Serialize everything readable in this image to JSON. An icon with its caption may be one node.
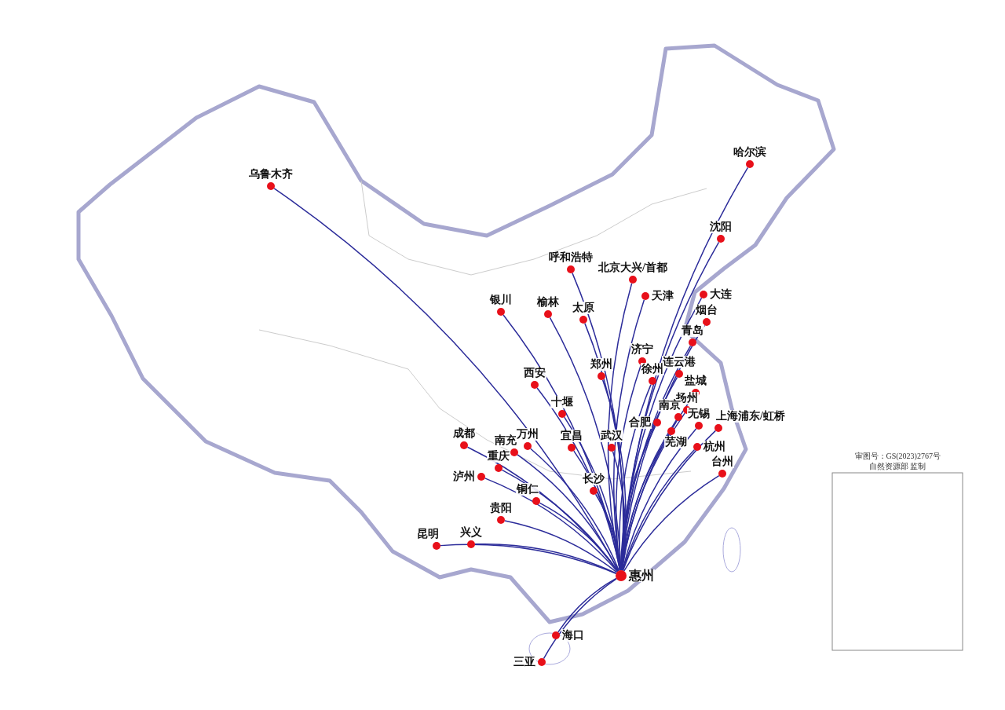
{
  "diagram": {
    "nodes": [
      {
        "text": [],
        "shape": "circle",
        "beside": [
          "惠州"
        ]
      },
      {
        "text": [],
        "shape": "circle",
        "beside": [
          "乌鲁木齐"
        ]
      },
      {
        "text": [],
        "shape": "circle",
        "beside": [
          "哈尔滨"
        ]
      },
      {
        "text": [],
        "shape": "circle",
        "beside": [
          "沈阳"
        ]
      },
      {
        "text": [],
        "shape": "circle",
        "beside": [
          "呼和浩特"
        ]
      },
      {
        "text": [],
        "shape": "circle",
        "beside": [
          "北京大兴/首都"
        ]
      },
      {
        "text": [],
        "shape": "circle",
        "beside": [
          "天津"
        ]
      },
      {
        "text": [],
        "shape": "circle",
        "beside": [
          "大连"
        ]
      },
      {
        "text": [],
        "shape": "circle",
        "beside": [
          "银川"
        ]
      },
      {
        "text": [],
        "shape": "circle",
        "beside": [
          "榆林"
        ]
      },
      {
        "text": [],
        "shape": "circle",
        "beside": [
          "太原"
        ]
      },
      {
        "text": [],
        "shape": "circle",
        "beside": [
          "烟台"
        ]
      },
      {
        "text": [],
        "shape": "circle",
        "beside": [
          "青岛"
        ]
      },
      {
        "text": [],
        "shape": "circle",
        "beside": [
          "济宁"
        ]
      },
      {
        "text": [],
        "shape": "circle",
        "beside": [
          "连云港"
        ]
      },
      {
        "text": [],
        "shape": "circle",
        "beside": [
          "郑州"
        ]
      },
      {
        "text": [],
        "shape": "circle",
        "beside": [
          "徐州"
        ]
      },
      {
        "text": [],
        "shape": "circle",
        "beside": [
          "西安"
        ]
      },
      {
        "text": [],
        "shape": "circle",
        "beside": [
          "盐城"
        ]
      },
      {
        "text": [],
        "shape": "circle",
        "beside": [
          "扬州"
        ]
      },
      {
        "text": [],
        "shape": "circle",
        "beside": [
          "十堰"
        ]
      },
      {
        "text": [],
        "shape": "circle",
        "beside": [
          "南京"
        ]
      },
      {
        "text": [],
        "shape": "circle",
        "beside": [
          "合肥"
        ]
      },
      {
        "text": [],
        "shape": "circle",
        "beside": [
          "无锡"
        ]
      },
      {
        "text": [],
        "shape": "circle",
        "beside": [
          "上海浦东/虹桥"
        ]
      },
      {
        "text": [],
        "shape": "circle",
        "beside": [
          "芜湖"
        ]
      },
      {
        "text": [],
        "shape": "circle",
        "beside": [
          "成都"
        ]
      },
      {
        "text": [],
        "shape": "circle",
        "beside": [
          "南充"
        ]
      },
      {
        "text": [],
        "shape": "circle",
        "beside": [
          "万州"
        ]
      },
      {
        "text": [],
        "shape": "circle",
        "beside": [
          "宜昌"
        ]
      },
      {
        "text": [],
        "shape": "circle",
        "beside": [
          "武汉"
        ]
      },
      {
        "text": [],
        "shape": "circle",
        "beside": [
          "杭州"
        ]
      },
      {
        "text": [],
        "shape": "circle",
        "beside": [
          "台州"
        ]
      },
      {
        "text": [],
        "shape": "circle",
        "beside": [
          "重庆"
        ]
      },
      {
        "text": [],
        "shape": "circle",
        "beside": [
          "泸州"
        ]
      },
      {
        "text": [],
        "shape": "circle",
        "beside": [
          "长沙"
        ]
      },
      {
        "text": [],
        "shape": "circle",
        "beside": [
          "铜仁"
        ]
      },
      {
        "text": [],
        "shape": "circle",
        "beside": [
          "贵阳"
        ]
      },
      {
        "text": [],
        "shape": "circle",
        "beside": [
          "昆明"
        ]
      },
      {
        "text": [],
        "shape": "circle",
        "beside": [
          "兴义"
        ]
      },
      {
        "text": [],
        "shape": "circle",
        "beside": [
          "海口"
        ]
      },
      {
        "text": [],
        "shape": "circle",
        "beside": [
          "三亚"
        ]
      }
    ],
    "edges": [
      {
        "from": 0,
        "to": 1,
        "arrow": "none"
      },
      {
        "from": 0,
        "to": 2,
        "arrow": "none"
      },
      {
        "from": 0,
        "to": 3,
        "arrow": "none"
      },
      {
        "from": 0,
        "to": 4,
        "arrow": "none"
      },
      {
        "from": 0,
        "to": 5,
        "arrow": "none"
      },
      {
        "from": 0,
        "to": 6,
        "arrow": "none"
      },
      {
        "from": 0,
        "to": 7,
        "arrow": "none"
      },
      {
        "from": 0,
        "to": 8,
        "arrow": "none"
      },
      {
        "from": 0,
        "to": 9,
        "arrow": "none"
      },
      {
        "from": 0,
        "to": 10,
        "arrow": "none"
      },
      {
        "from": 0,
        "to": 11,
        "arrow": "none"
      },
      {
        "from": 0,
        "to": 12,
        "arrow": "none"
      },
      {
        "from": 0,
        "to": 13,
        "arrow": "none"
      },
      {
        "from": 0,
        "to": 14,
        "arrow": "none"
      },
      {
        "from": 0,
        "to": 15,
        "arrow": "none"
      },
      {
        "from": 0,
        "to": 16,
        "arrow": "none"
      },
      {
        "from": 0,
        "to": 17,
        "arrow": "none"
      },
      {
        "from": 0,
        "to": 18,
        "arrow": "none"
      },
      {
        "from": 0,
        "to": 19,
        "arrow": "none"
      },
      {
        "from": 0,
        "to": 20,
        "arrow": "none"
      },
      {
        "from": 0,
        "to": 21,
        "arrow": "none"
      },
      {
        "from": 0,
        "to": 22,
        "arrow": "none"
      },
      {
        "from": 0,
        "to": 23,
        "arrow": "none"
      },
      {
        "from": 0,
        "to": 24,
        "arrow": "none"
      },
      {
        "from": 0,
        "to": 25,
        "arrow": "none"
      },
      {
        "from": 0,
        "to": 26,
        "arrow": "none"
      },
      {
        "from": 0,
        "to": 27,
        "arrow": "none"
      },
      {
        "from": 0,
        "to": 28,
        "arrow": "none"
      },
      {
        "from": 0,
        "to": 29,
        "arrow": "none"
      },
      {
        "from": 0,
        "to": 30,
        "arrow": "none"
      },
      {
        "from": 0,
        "to": 31,
        "arrow": "none"
      },
      {
        "from": 0,
        "to": 32,
        "arrow": "none"
      },
      {
        "from": 0,
        "to": 33,
        "arrow": "none"
      },
      {
        "from": 0,
        "to": 34,
        "arrow": "none"
      },
      {
        "from": 0,
        "to": 35,
        "arrow": "none"
      },
      {
        "from": 0,
        "to": 36,
        "arrow": "none"
      },
      {
        "from": 0,
        "to": 37,
        "arrow": "none"
      },
      {
        "from": 0,
        "to": 38,
        "arrow": "none"
      },
      {
        "from": 0,
        "to": 39,
        "arrow": "none"
      },
      {
        "from": 0,
        "to": 40,
        "arrow": "none"
      },
      {
        "from": 0,
        "to": 41,
        "arrow": "none"
      }
    ],
    "labels": [
      "审图号：GS(2023)2767号",
      "自然资源部 监制"
    ]
  }
}
